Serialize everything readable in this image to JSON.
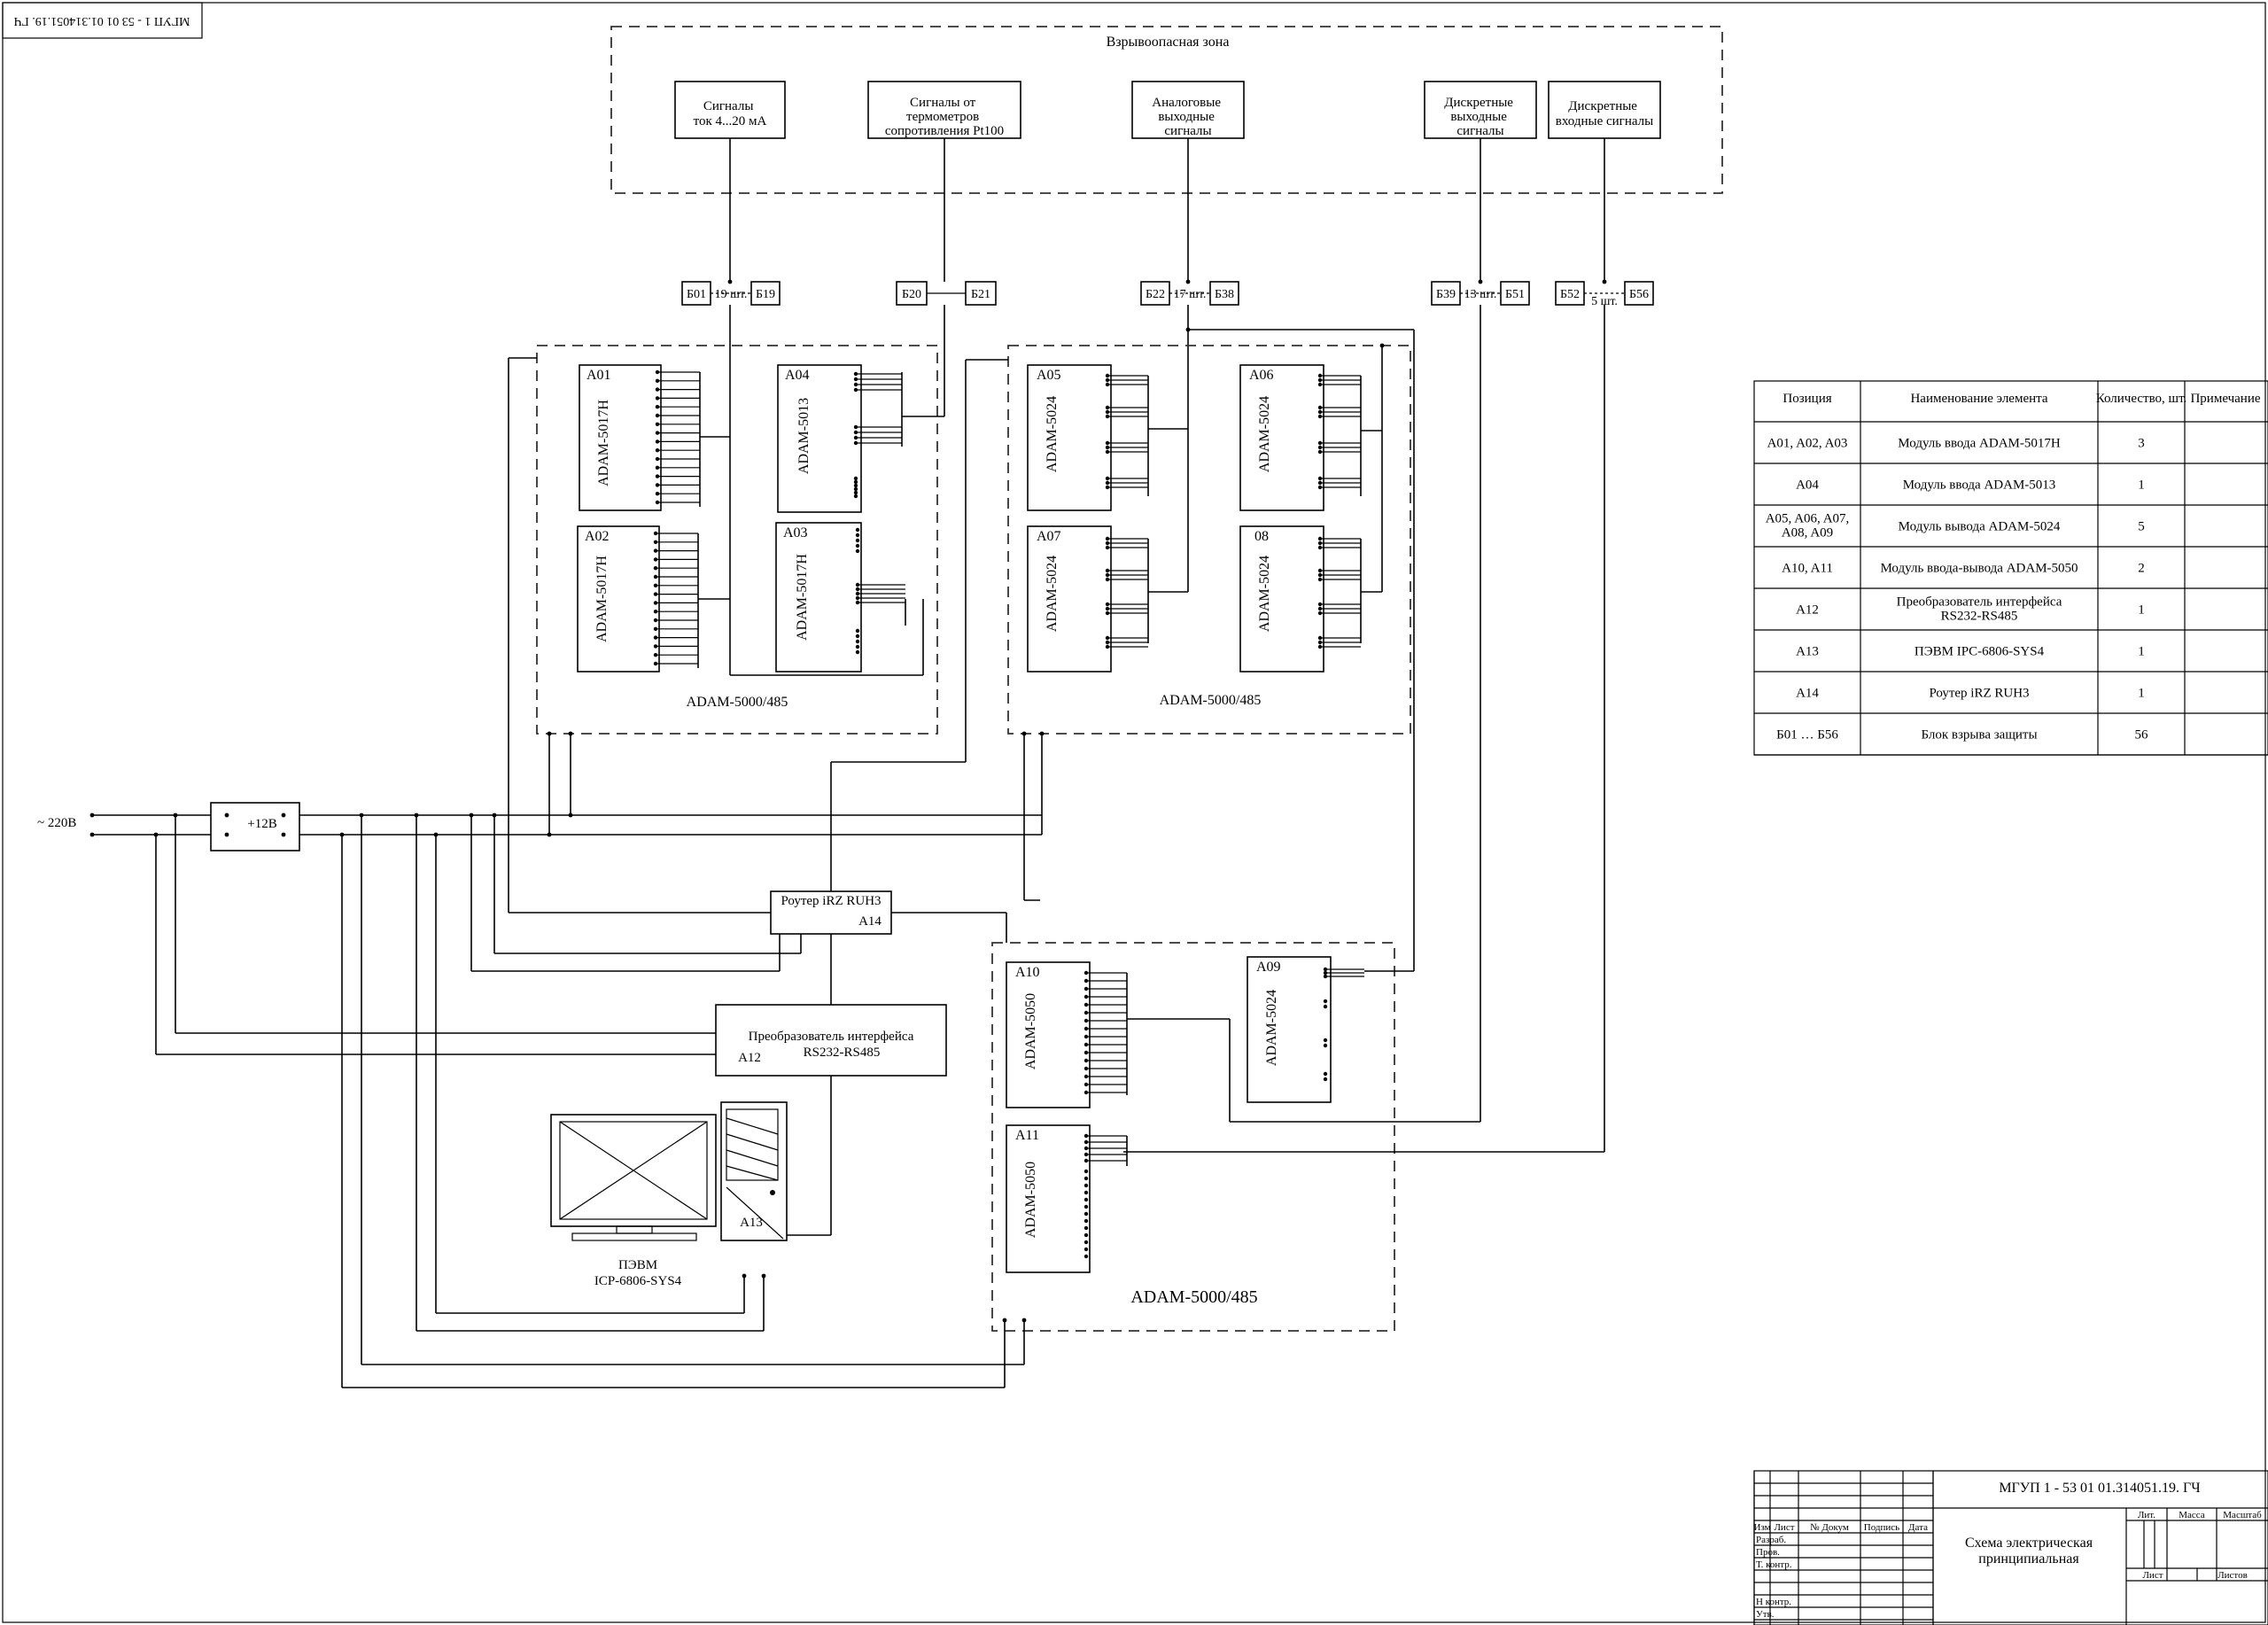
{
  "stamp_top": "МГУП 1 - 53 01 01.314051.19. ГЧ",
  "hazard_zone": {
    "title": "Взрывоопасная зона",
    "sources": [
      [
        "Сигналы",
        "ток 4...20 мА"
      ],
      [
        "Сигналы от",
        "термометров",
        "сопротивления Pt100"
      ],
      [
        "Аналоговые",
        "выходные",
        "сигналы"
      ],
      [
        "Дискретные",
        "выходные",
        "сигналы"
      ],
      [
        "Дискретные",
        "входные сигналы"
      ]
    ]
  },
  "barriers": [
    {
      "left": "Б01",
      "mid": "19 шт.",
      "right": "Б19"
    },
    {
      "left": "Б20",
      "mid": "",
      "right": "Б21"
    },
    {
      "left": "Б22",
      "mid": "17 шт.",
      "right": "Б38"
    },
    {
      "left": "Б39",
      "mid": "13 шт.",
      "right": "Б51"
    },
    {
      "left": "Б52",
      "mid": "5 шт.",
      "right": "Б56"
    }
  ],
  "modules": {
    "a01": {
      "pos": "A01",
      "model": "ADAM-5017H"
    },
    "a02": {
      "pos": "A02",
      "model": "ADAM-5017H"
    },
    "a03": {
      "pos": "A03",
      "model": "ADAM-5017H"
    },
    "a04": {
      "pos": "A04",
      "model": "ADAM-5013"
    },
    "a05": {
      "pos": "A05",
      "model": "ADAM-5024"
    },
    "a06": {
      "pos": "A06",
      "model": "ADAM-5024"
    },
    "a07": {
      "pos": "A07",
      "model": "ADAM-5024"
    },
    "a08": {
      "pos": "08",
      "model": "ADAM-5024"
    },
    "a09": {
      "pos": "A09",
      "model": "ADAM-5024"
    },
    "a10": {
      "pos": "A10",
      "model": "ADAM-5050"
    },
    "a11": {
      "pos": "A11",
      "model": "ADAM-5050"
    }
  },
  "racks": [
    "ADAM-5000/485",
    "ADAM-5000/485",
    "ADAM-5000/485"
  ],
  "power": {
    "mains": "~ 220В",
    "psu": "+12В"
  },
  "router": {
    "name": "Роутер iRZ RUH3",
    "pos": "A14"
  },
  "converter": {
    "name": "Преобразователь интерфейса",
    "sub": "RS232-RS485",
    "pos": "A12"
  },
  "pc": {
    "pos": "A13",
    "caption1": "ПЭВМ",
    "caption2": "ICP-6806-SYS4"
  },
  "spec_table": {
    "headers": [
      "Позиция",
      "Наименование элемента",
      "Количество, шт.",
      "Примечание"
    ],
    "rows": [
      {
        "pos": "A01, A02, A03",
        "name": [
          "Модуль ввода ADAM-5017H"
        ],
        "qty": "3",
        "note": ""
      },
      {
        "pos": "A04",
        "name": [
          "Модуль ввода ADAM-5013"
        ],
        "qty": "1",
        "note": ""
      },
      {
        "pos": "A05, A06, A07, A08, A09",
        "name": [
          "Модуль вывода ADAM-5024"
        ],
        "qty": "5",
        "note": ""
      },
      {
        "pos": "A10, A11",
        "name": [
          "Модуль ввода-вывода ADAM-5050"
        ],
        "qty": "2",
        "note": ""
      },
      {
        "pos": "A12",
        "name": [
          "Преобразователь интерфейса",
          "RS232-RS485"
        ],
        "qty": "1",
        "note": ""
      },
      {
        "pos": "A13",
        "name": [
          "ПЭВМ IPC-6806-SYS4"
        ],
        "qty": "1",
        "note": ""
      },
      {
        "pos": "A14",
        "name": [
          "Роутер iRZ RUH3"
        ],
        "qty": "1",
        "note": ""
      },
      {
        "pos": "Б01 … Б56",
        "name": [
          "Блок взрыва защиты"
        ],
        "qty": "56",
        "note": ""
      }
    ]
  },
  "title_block": {
    "doc_code": "МГУП 1 - 53 01 01.314051.19. ГЧ",
    "title": [
      "Схема электрическая",
      "принципиальная"
    ],
    "cols": [
      "Изм",
      "Лист",
      "№ Докум",
      "Подпись",
      "Дата"
    ],
    "rows": [
      "Разраб.",
      "Пров.",
      "Т. контр.",
      "Н контр.",
      "Утв."
    ],
    "lit": "Лит.",
    "mass": "Масса",
    "scale": "Масштаб",
    "sheet": "Лист",
    "sheets": "Листов"
  }
}
